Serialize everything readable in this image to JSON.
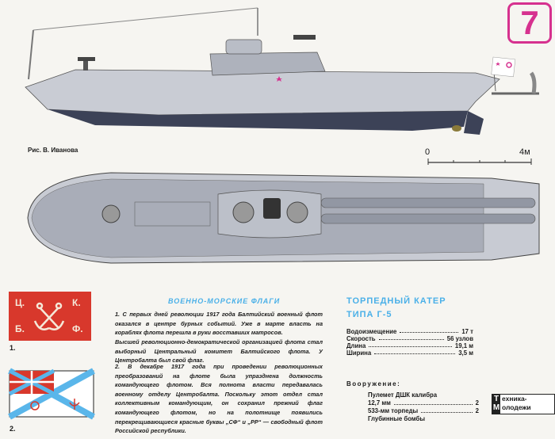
{
  "page_number": "7",
  "illustration_credit": "Рис. В. Иванова",
  "scale": {
    "start": "0",
    "end": "4м"
  },
  "flags": {
    "flag1": {
      "number": "1.",
      "letters": [
        "Ц.",
        "К.",
        "Б.",
        "Ф."
      ]
    },
    "flag2": {
      "number": "2."
    }
  },
  "article": {
    "title": "ВОЕННО-МОРСКИЕ ФЛАГИ",
    "paragraphs": [
      "1. С первых дней революции 1917 года Балтийский военный флот оказался в центре бурных событий. Уже в марте власть на кораблях флота перешла в руки восставших матросов.",
      "Высшей революционно-демократической организацией флота стал выборный Центральный комитет Балтийского флота. У Центробалта был свой флаг.",
      "2. В декабре 1917 года при проведении революционных преобразований на флоте была упразднена должность командующего флотом. Вся полнота власти передавалась военному отделу Центробалта. Поскольку этот отдел стал коллективным командующим, он сохранил прежний флаг командующего флотом, но на полотнище появились перекрещивающиеся красные буквы „СФ“ и „РР“ — свободный флот Российской республики."
    ]
  },
  "specs": {
    "title_line1": "ТОРПЕДНЫЙ КАТЕР",
    "title_line2": "ТИПА Г-5",
    "rows": [
      {
        "label": "Водоизмещение",
        "value": "17 т"
      },
      {
        "label": "Скорость",
        "value": "56 узлов"
      },
      {
        "label": "Длина",
        "value": "19,1 м"
      },
      {
        "label": "Ширина",
        "value": "3,5 м"
      }
    ],
    "armament_title": "Вооружение:",
    "armament_intro": "Пулемет ДШК калибра",
    "armament": [
      {
        "label": "12,7 мм",
        "value": "2"
      },
      {
        "label": "533-мм торпеды",
        "value": "2"
      }
    ],
    "armament_extra": "Глубинные бомбы"
  },
  "logo": {
    "line1": "ехника-",
    "line2": "олодежи",
    "initial1": "Т",
    "initial2": "М"
  },
  "colors": {
    "accent_blue": "#4ab0e8",
    "badge_magenta": "#d6318f",
    "flag_red": "#d8382c",
    "hull_grey": "#b9bcc4",
    "keel_dark": "#3c4257"
  }
}
